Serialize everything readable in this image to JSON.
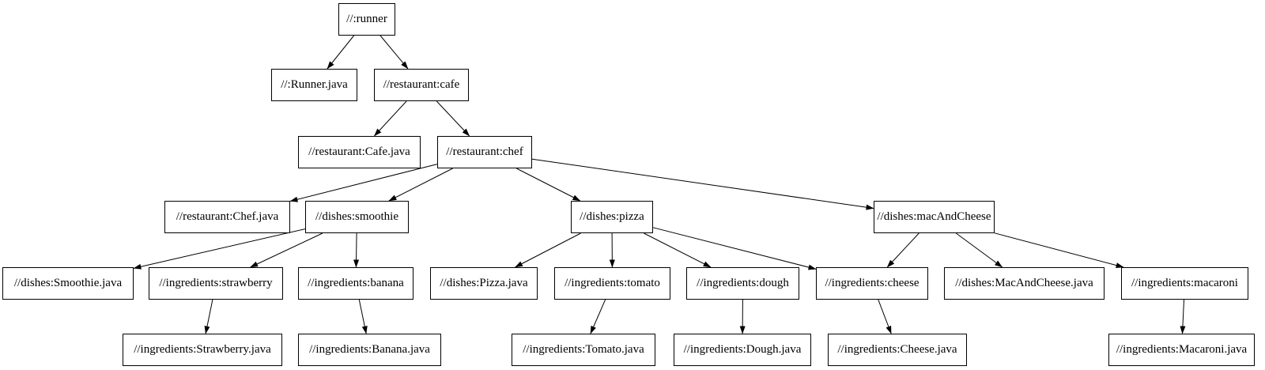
{
  "diagram": {
    "type": "dependency-graph",
    "nodes": [
      {
        "id": "runner",
        "label": "//:runner"
      },
      {
        "id": "runner-java",
        "label": "//:Runner.java"
      },
      {
        "id": "cafe",
        "label": "//restaurant:cafe"
      },
      {
        "id": "cafe-java",
        "label": "//restaurant:Cafe.java"
      },
      {
        "id": "chef",
        "label": "//restaurant:chef"
      },
      {
        "id": "chef-java",
        "label": "//restaurant:Chef.java"
      },
      {
        "id": "smoothie",
        "label": "//dishes:smoothie"
      },
      {
        "id": "pizza",
        "label": "//dishes:pizza"
      },
      {
        "id": "mac-and-cheese",
        "label": "//dishes:macAndCheese"
      },
      {
        "id": "smoothie-java",
        "label": "//dishes:Smoothie.java"
      },
      {
        "id": "strawberry",
        "label": "//ingredients:strawberry"
      },
      {
        "id": "banana",
        "label": "//ingredients:banana"
      },
      {
        "id": "pizza-java",
        "label": "//dishes:Pizza.java"
      },
      {
        "id": "tomato",
        "label": "//ingredients:tomato"
      },
      {
        "id": "dough",
        "label": "//ingredients:dough"
      },
      {
        "id": "cheese",
        "label": "//ingredients:cheese"
      },
      {
        "id": "mac-and-cheese-java",
        "label": "//dishes:MacAndCheese.java"
      },
      {
        "id": "macaroni",
        "label": "//ingredients:macaroni"
      },
      {
        "id": "strawberry-java",
        "label": "//ingredients:Strawberry.java"
      },
      {
        "id": "banana-java",
        "label": "//ingredients:Banana.java"
      },
      {
        "id": "tomato-java",
        "label": "//ingredients:Tomato.java"
      },
      {
        "id": "dough-java",
        "label": "//ingredients:Dough.java"
      },
      {
        "id": "cheese-java",
        "label": "//ingredients:Cheese.java"
      },
      {
        "id": "macaroni-java",
        "label": "//ingredients:Macaroni.java"
      }
    ],
    "edges": [
      [
        "runner",
        "runner-java"
      ],
      [
        "runner",
        "cafe"
      ],
      [
        "cafe",
        "cafe-java"
      ],
      [
        "cafe",
        "chef"
      ],
      [
        "chef",
        "chef-java"
      ],
      [
        "chef",
        "smoothie"
      ],
      [
        "chef",
        "pizza"
      ],
      [
        "chef",
        "mac-and-cheese"
      ],
      [
        "smoothie",
        "smoothie-java"
      ],
      [
        "smoothie",
        "strawberry"
      ],
      [
        "smoothie",
        "banana"
      ],
      [
        "strawberry",
        "strawberry-java"
      ],
      [
        "banana",
        "banana-java"
      ],
      [
        "pizza",
        "pizza-java"
      ],
      [
        "pizza",
        "tomato"
      ],
      [
        "pizza",
        "dough"
      ],
      [
        "pizza",
        "cheese"
      ],
      [
        "tomato",
        "tomato-java"
      ],
      [
        "dough",
        "dough-java"
      ],
      [
        "cheese",
        "cheese-java"
      ],
      [
        "mac-and-cheese",
        "cheese"
      ],
      [
        "mac-and-cheese",
        "mac-and-cheese-java"
      ],
      [
        "mac-and-cheese",
        "macaroni"
      ],
      [
        "macaroni",
        "macaroni-java"
      ]
    ]
  },
  "colors": {
    "background": "#ffffff",
    "node_fill": "#ffffff",
    "node_border": "#000000",
    "edge": "#000000",
    "text": "#000000"
  }
}
